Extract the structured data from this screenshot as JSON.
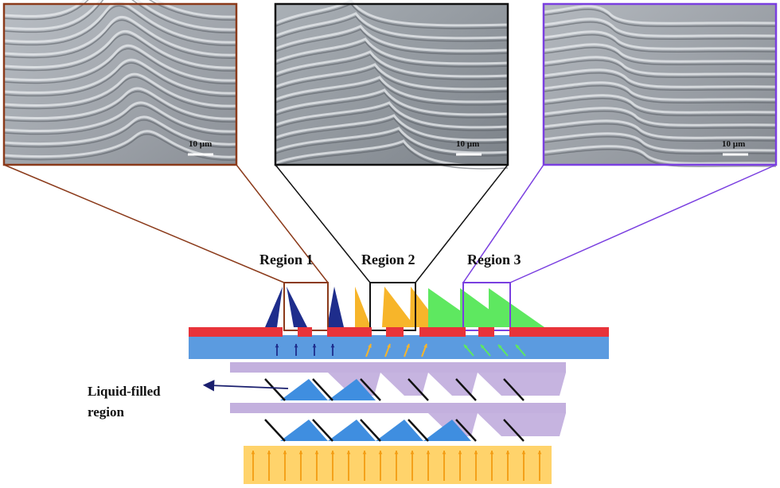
{
  "regions": [
    {
      "label": "Region 1",
      "color": "#8b3a1a"
    },
    {
      "label": "Region 2",
      "color": "#111111"
    },
    {
      "label": "Region 3",
      "color": "#7a3fe0"
    }
  ],
  "scale_bars": [
    "10 µm",
    "10 µm",
    "10 µm"
  ],
  "side_label": {
    "line1": "Liquid-filled",
    "line2": "region"
  },
  "colors": {
    "red_layer": "#e8333a",
    "blue_layer": "#5b9be0",
    "lavender_layer": "#c3b0de",
    "liquid_blue": "#3f8ee0",
    "light_bottom": "#ffd36b",
    "arrow_orange": "#f39c12",
    "spike_navy": "#1e2d8c",
    "spike_orange": "#f7b52a",
    "spike_green": "#5ee860"
  },
  "icons": [
    "up-arrow-icon",
    "tilted-arrow-icon",
    "left-arrow-icon"
  ]
}
